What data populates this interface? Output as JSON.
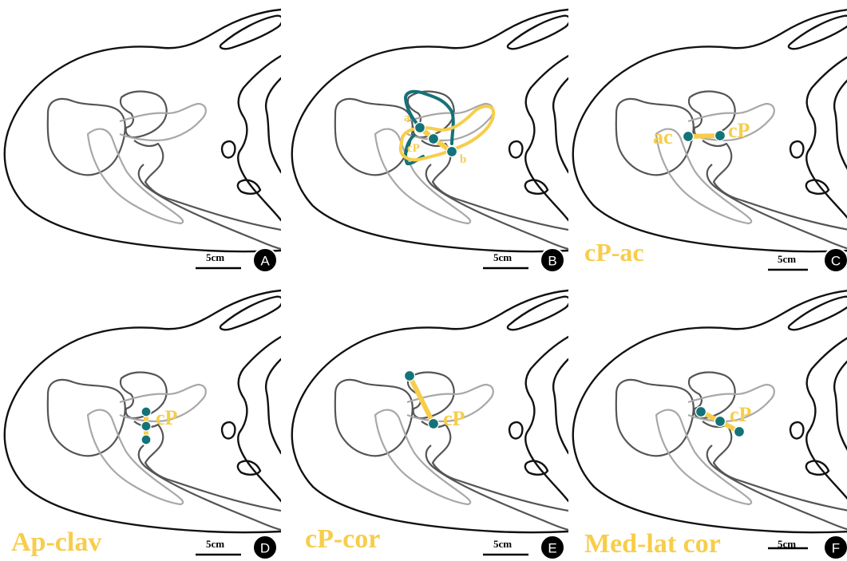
{
  "figure": {
    "panels": [
      {
        "letter": "A",
        "scale_label": "5cm",
        "measure_label": ""
      },
      {
        "letter": "B",
        "scale_label": "5cm",
        "measure_label": "",
        "points": {
          "a": "a",
          "b": "b",
          "cp": "cP"
        }
      },
      {
        "letter": "C",
        "scale_label": "5cm",
        "measure_label": "cP-ac",
        "points": {
          "ac": "ac",
          "cp": "cP"
        }
      },
      {
        "letter": "D",
        "scale_label": "5cm",
        "measure_label": "Ap-clav",
        "points": {
          "cp": "cP"
        }
      },
      {
        "letter": "E",
        "scale_label": "5cm",
        "measure_label": "cP-cor",
        "points": {
          "cp": "cP"
        }
      },
      {
        "letter": "F",
        "scale_label": "5cm",
        "measure_label": "Med-lat cor",
        "points": {
          "cp": "cP"
        }
      }
    ],
    "colors": {
      "measure_yellow": "#f7cd4a",
      "point_teal": "#137378",
      "outline_black": "#111111",
      "bone_dark_gray": "#555555",
      "bone_light_gray": "#a8a8a8"
    }
  }
}
